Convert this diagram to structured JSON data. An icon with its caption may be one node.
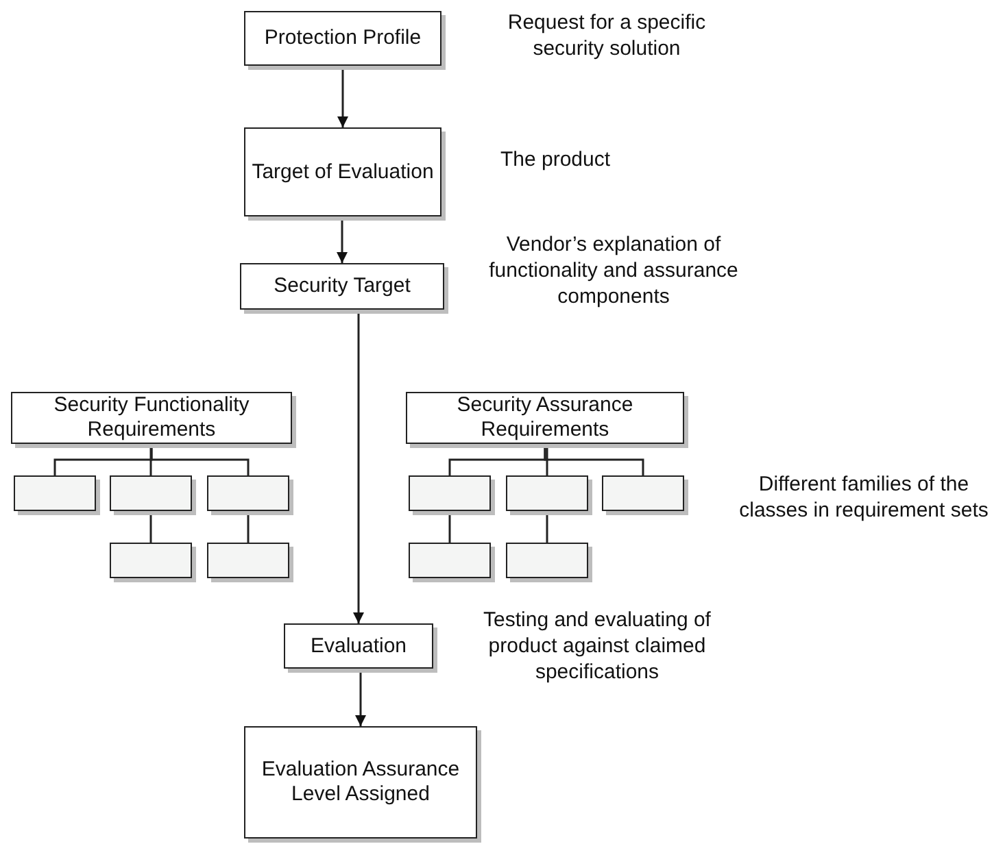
{
  "diagram": {
    "nodes": [
      {
        "text": [
          "Protection Profile"
        ],
        "beside": [
          "Request for a specific security solution"
        ]
      },
      {
        "text": [
          "Target of Evaluation"
        ],
        "beside": [
          "The product"
        ]
      },
      {
        "text": [
          "Security Target"
        ],
        "beside": [
          "Vendor’s explanation of functionality and assurance components"
        ]
      },
      {
        "text": [
          "Security Functionality Requirements"
        ]
      },
      {
        "text": [
          "Security Assurance Requirements"
        ]
      },
      {
        "text": [],
        "shape": "box"
      },
      {
        "text": [],
        "shape": "box"
      },
      {
        "text": [],
        "shape": "box"
      },
      {
        "text": [],
        "shape": "box"
      },
      {
        "text": [],
        "shape": "box"
      },
      {
        "text": [],
        "shape": "box"
      },
      {
        "text": [],
        "shape": "box"
      },
      {
        "text": [],
        "shape": "box"
      },
      {
        "text": [],
        "shape": "box"
      },
      {
        "text": [],
        "shape": "box"
      },
      {
        "text": [
          "Evaluation"
        ],
        "beside": [
          "Testing and evaluating of product against claimed specifications"
        ]
      },
      {
        "text": [
          "Evaluation Assurance Level Assigned"
        ]
      }
    ],
    "edges": [
      {
        "from": 0,
        "to": 1,
        "arrow": "to"
      },
      {
        "from": 1,
        "to": 2,
        "arrow": "to"
      },
      {
        "from": 2,
        "to": 15,
        "arrow": "to"
      },
      {
        "from": 15,
        "to": 16,
        "arrow": "to"
      },
      {
        "from": 3,
        "to": 5,
        "arrow": "none"
      },
      {
        "from": 3,
        "to": 6,
        "arrow": "none"
      },
      {
        "from": 3,
        "to": 7,
        "arrow": "none"
      },
      {
        "from": 6,
        "to": 8,
        "arrow": "none"
      },
      {
        "from": 7,
        "to": 9,
        "arrow": "none"
      },
      {
        "from": 4,
        "to": 10,
        "arrow": "none"
      },
      {
        "from": 4,
        "to": 11,
        "arrow": "none"
      },
      {
        "from": 4,
        "to": 12,
        "arrow": "none"
      },
      {
        "from": 10,
        "to": 13,
        "arrow": "none"
      },
      {
        "from": 11,
        "to": 14,
        "arrow": "none"
      }
    ],
    "labels": [
      "Different families of the classes in requirement sets"
    ]
  }
}
